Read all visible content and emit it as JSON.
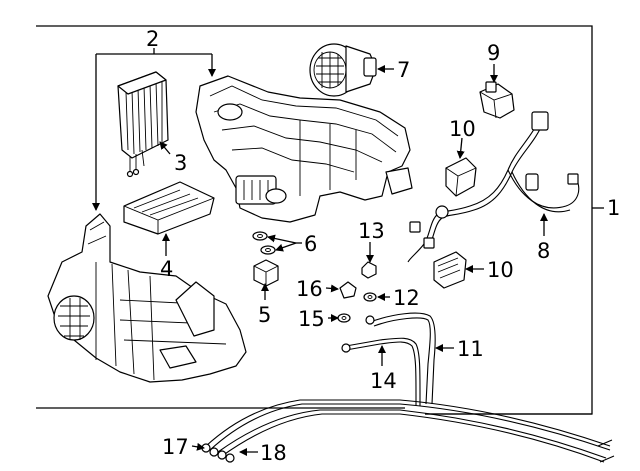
{
  "diagram": {
    "callouts": [
      {
        "id": "callout-1",
        "text": "1"
      },
      {
        "id": "callout-2",
        "text": "2"
      },
      {
        "id": "callout-3",
        "text": "3"
      },
      {
        "id": "callout-4",
        "text": "4"
      },
      {
        "id": "callout-5",
        "text": "5"
      },
      {
        "id": "callout-6",
        "text": "6"
      },
      {
        "id": "callout-7",
        "text": "7"
      },
      {
        "id": "callout-8",
        "text": "8"
      },
      {
        "id": "callout-9",
        "text": "9"
      },
      {
        "id": "callout-10a",
        "text": "10"
      },
      {
        "id": "callout-10b",
        "text": "10"
      },
      {
        "id": "callout-11",
        "text": "11"
      },
      {
        "id": "callout-12",
        "text": "12"
      },
      {
        "id": "callout-13",
        "text": "13"
      },
      {
        "id": "callout-14",
        "text": "14"
      },
      {
        "id": "callout-15",
        "text": "15"
      },
      {
        "id": "callout-16",
        "text": "16"
      },
      {
        "id": "callout-17",
        "text": "17"
      },
      {
        "id": "callout-18",
        "text": "18"
      }
    ]
  }
}
